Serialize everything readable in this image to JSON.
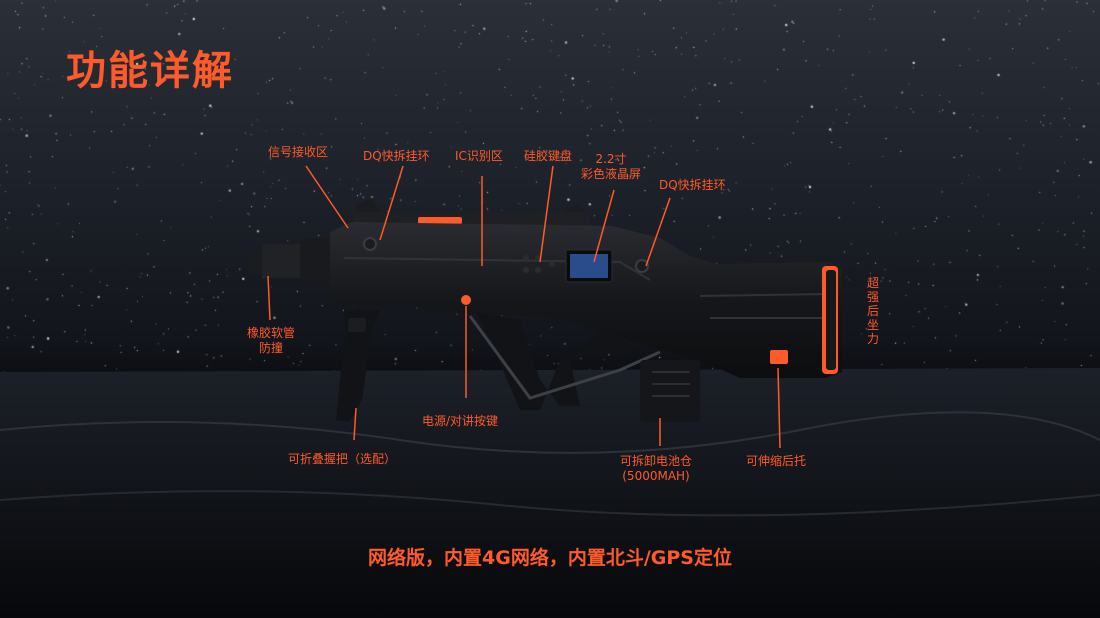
{
  "title": "功能详解",
  "labels": {
    "signal": "信号接收区",
    "dq_front": "DQ快拆挂环",
    "ic": "IC识别区",
    "keypad": "硅胶键盘",
    "lcd_line1": "2.2寸",
    "lcd_line2": "彩色液晶屏",
    "dq_rear": "DQ快拆挂环",
    "stock_power": "超强后坐力",
    "rubber_line1": "橡胶软管",
    "rubber_line2": "防撞",
    "power_btn": "电源/对讲按键",
    "grip": "可折叠握把（选配）",
    "battery_line1": "可拆卸电池仓",
    "battery_line2": "(5000MAH)",
    "stock": "可伸缩后托"
  },
  "footer": "网络版，内置4G网络，内置北斗/GPS定位",
  "colors": {
    "accent": "#ff5a2a",
    "body": "#141518",
    "lcd": "#2a4c8a"
  }
}
